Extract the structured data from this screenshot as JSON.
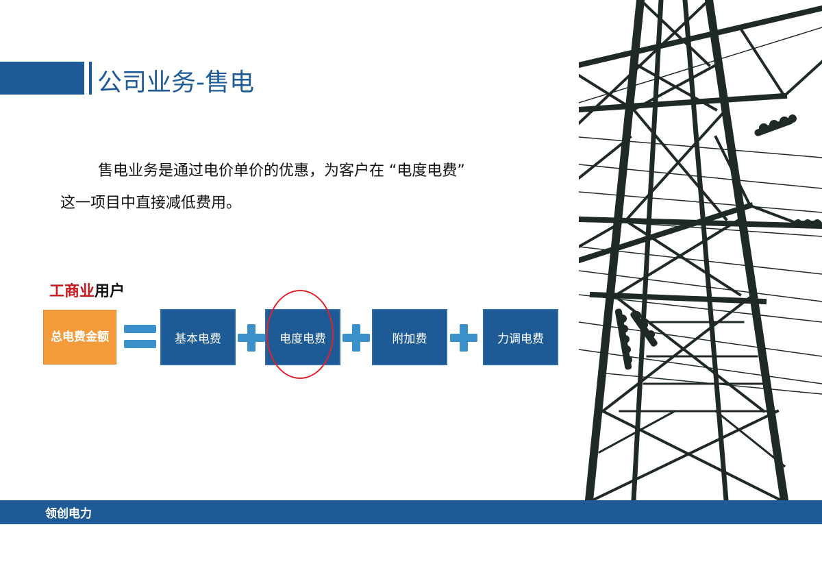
{
  "header": {
    "title": "公司业务-售电"
  },
  "body": {
    "line1": "售电业务是通过电价单价的优惠，为客户在 “电度电费”",
    "line2": "这一项目中直接减低费用。"
  },
  "user_type": {
    "highlight": "工商业",
    "rest": "用户"
  },
  "formula": {
    "total": "总电费金额",
    "terms": [
      "基本电费",
      "电度电费",
      "附加费",
      "力调电费"
    ]
  },
  "footer": {
    "label": "领创电力"
  },
  "colors": {
    "primary_blue": "#1e5b96",
    "operator_blue": "#3a90c9",
    "total_orange": "#f39a3b",
    "highlight_red": "#c8191e"
  },
  "icons": {
    "equals": "equals-icon",
    "plus": "plus-icon",
    "tower": "power-tower-illustration"
  }
}
